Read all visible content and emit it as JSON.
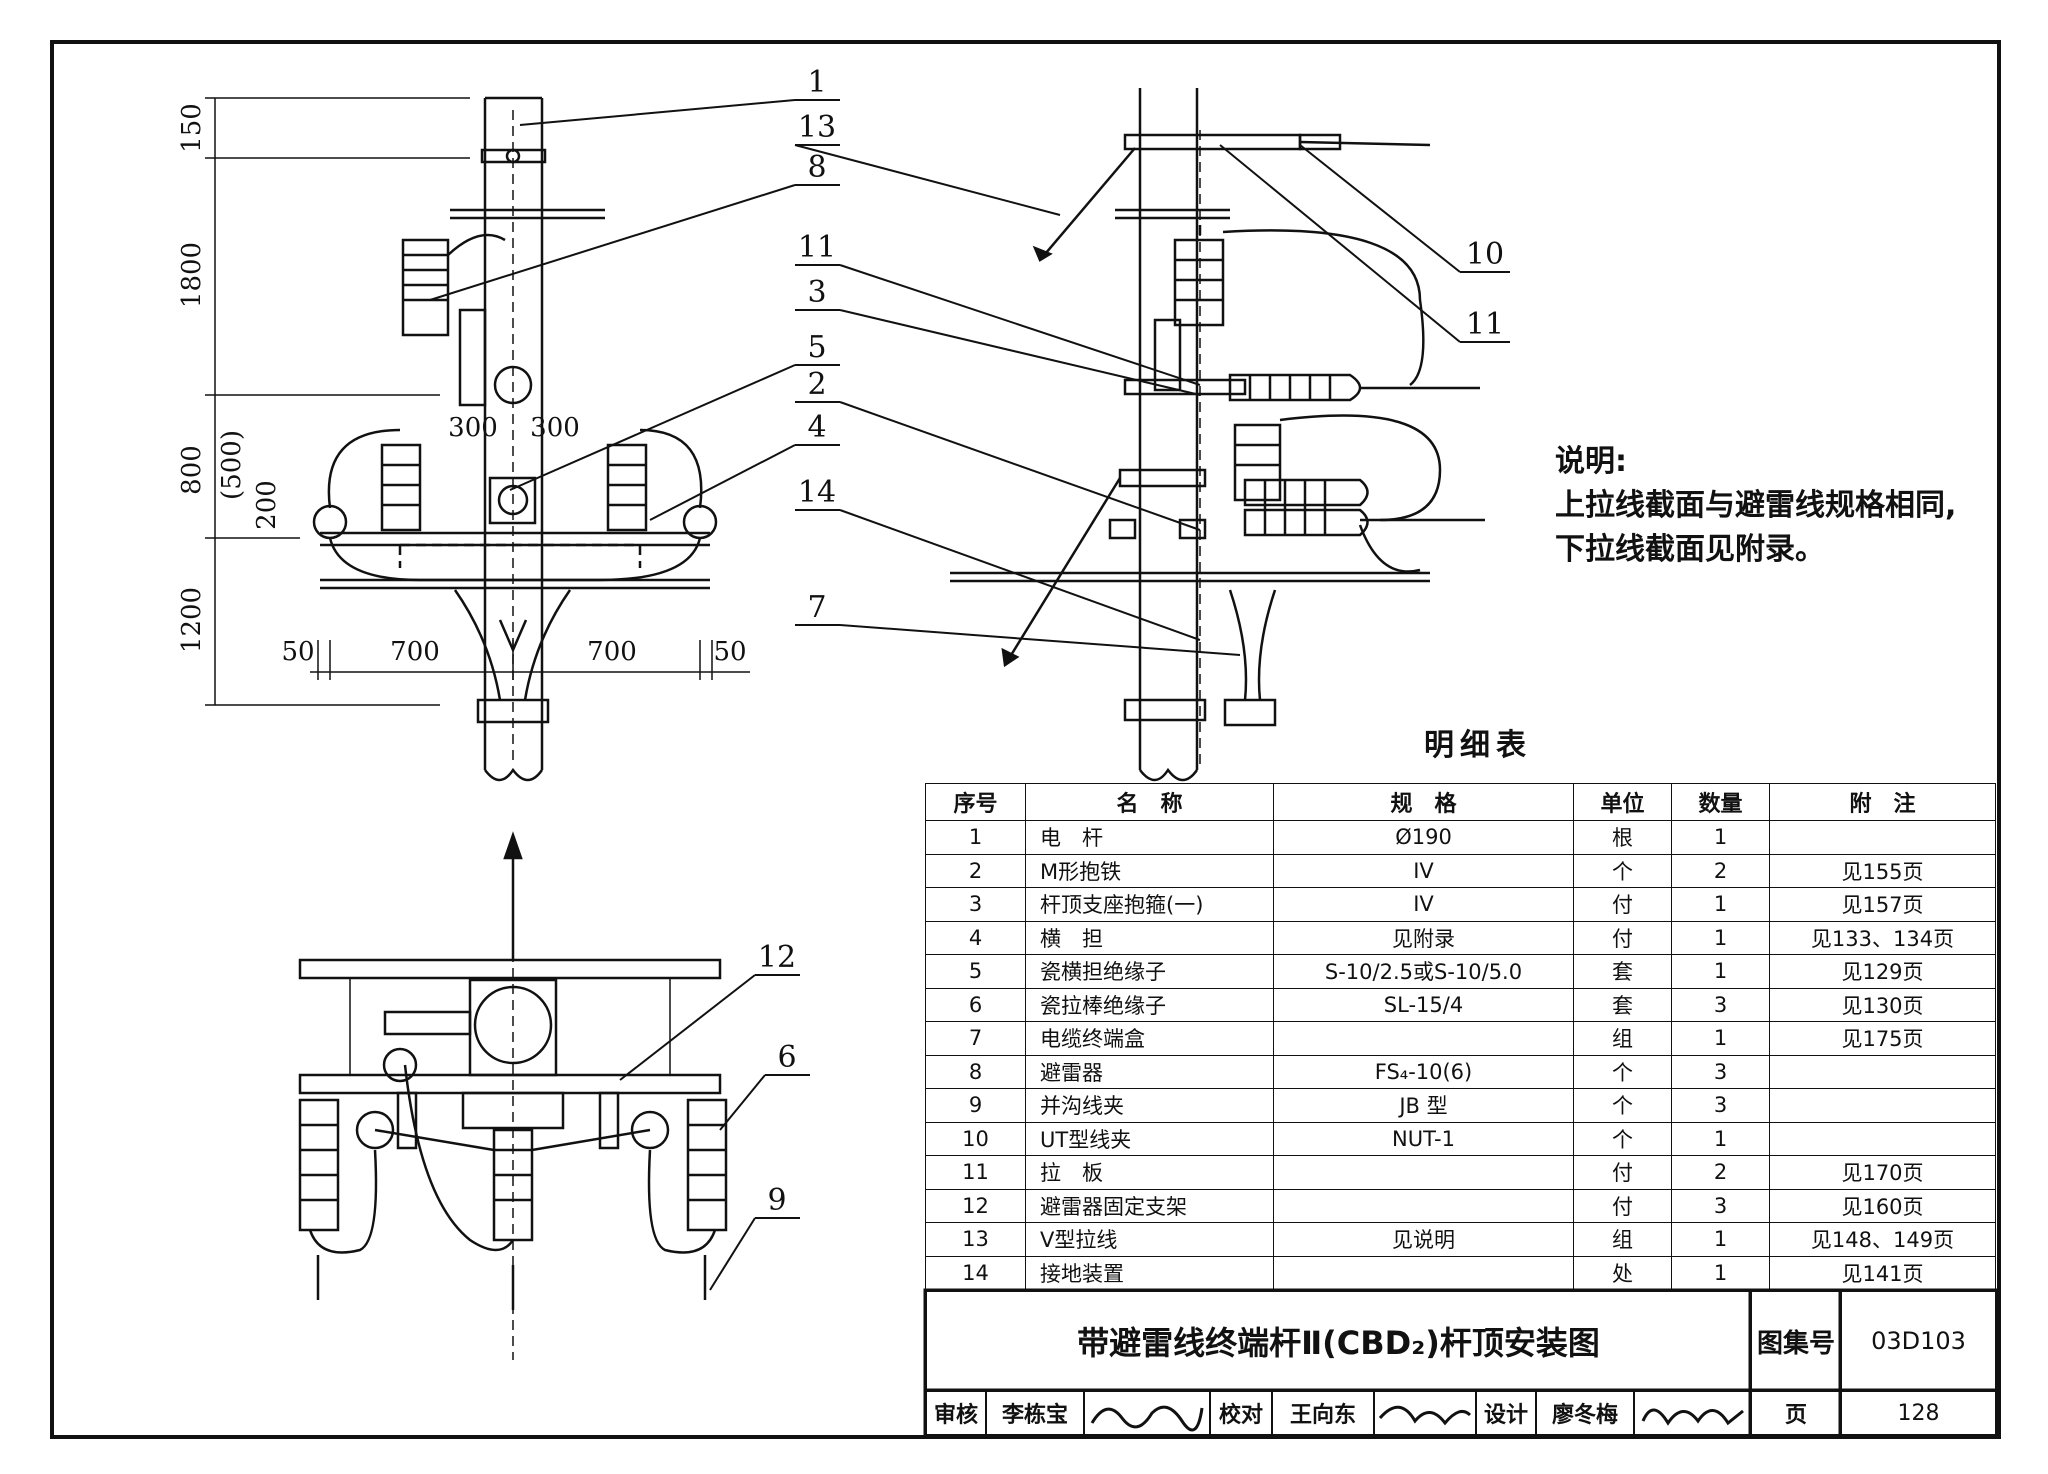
{
  "drawing": {
    "callouts": [
      "1",
      "13",
      "8",
      "11",
      "3",
      "5",
      "2",
      "4",
      "14",
      "7",
      "10",
      "11",
      "12",
      "6",
      "9"
    ],
    "dims_front": {
      "d150": "150",
      "d1800": "1800",
      "d800": "800",
      "d500": "(500)",
      "d200": "200",
      "d1200": "1200",
      "d300a": "300",
      "d300b": "300",
      "d50a": "50",
      "d700a": "700",
      "d700b": "700",
      "d50b": "50"
    }
  },
  "notes": {
    "heading": "说明:",
    "line1": "上拉线截面与避雷线规格相同,",
    "line2": "下拉线截面见附录。"
  },
  "bom": {
    "title": "明细表",
    "headers": [
      "序号",
      "名　称",
      "规　格",
      "单位",
      "数量",
      "附　注"
    ],
    "rows": [
      [
        "1",
        "电　杆",
        "Ø190",
        "根",
        "1",
        ""
      ],
      [
        "2",
        "M形抱铁",
        "IV",
        "个",
        "2",
        "见155页"
      ],
      [
        "3",
        "杆顶支座抱箍(一)",
        "IV",
        "付",
        "1",
        "见157页"
      ],
      [
        "4",
        "横　担",
        "见附录",
        "付",
        "1",
        "见133、134页"
      ],
      [
        "5",
        "瓷横担绝缘子",
        "S-10/2.5或S-10/5.0",
        "套",
        "1",
        "见129页"
      ],
      [
        "6",
        "瓷拉棒绝缘子",
        "SL-15/4",
        "套",
        "3",
        "见130页"
      ],
      [
        "7",
        "电缆终端盒",
        "",
        "组",
        "1",
        "见175页"
      ],
      [
        "8",
        "避雷器",
        "FS₄-10(6)",
        "个",
        "3",
        ""
      ],
      [
        "9",
        "并沟线夹",
        "JB 型",
        "个",
        "3",
        ""
      ],
      [
        "10",
        "UT型线夹",
        "NUT-1",
        "个",
        "1",
        ""
      ],
      [
        "11",
        "拉　板",
        "",
        "付",
        "2",
        "见170页"
      ],
      [
        "12",
        "避雷器固定支架",
        "",
        "付",
        "3",
        "见160页"
      ],
      [
        "13",
        "V型拉线",
        "见说明",
        "组",
        "1",
        "见148、149页"
      ],
      [
        "14",
        "接地装置",
        "",
        "处",
        "1",
        "见141页"
      ]
    ]
  },
  "titleblock": {
    "drawing_title": "带避雷线终端杆Ⅱ(CBD₂)杆顶安装图",
    "atlas_label": "图集号",
    "atlas_no": "03D103",
    "review_label": "审核",
    "reviewer": "李栋宝",
    "check_label": "校对",
    "checker": "王向东",
    "design_label": "设计",
    "designer": "廖冬梅",
    "page_label": "页",
    "page_no": "128"
  }
}
